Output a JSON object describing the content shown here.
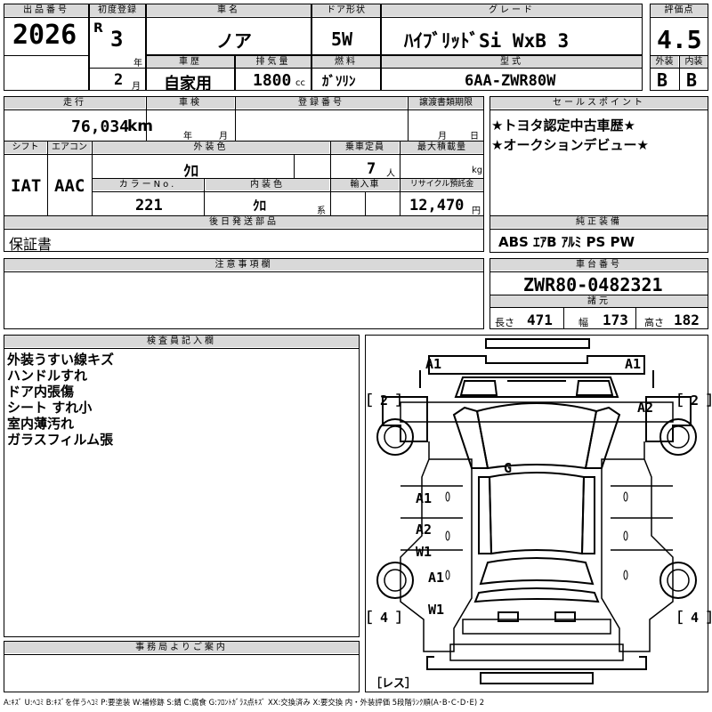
{
  "headers": {
    "lot_no": "出品番号",
    "first_reg": "初度登録",
    "car_name": "車名",
    "door": "ドア形状",
    "grade": "グレード",
    "score": "評価点",
    "history": "車歴",
    "displacement": "排気量",
    "fuel": "燃料",
    "model_code": "型式",
    "ext": "外装",
    "int": "内装",
    "mileage": "走行",
    "inspection": "車検",
    "registration": "登録番号",
    "transfer_deadline": "譲渡書類期限",
    "sales_point": "セールスポイント",
    "shift": "シフト",
    "aircon": "エアコン",
    "ext_color": "外装色",
    "capacity": "乗車定員",
    "max_load": "最大積載量",
    "color_no": "カラーNo.",
    "int_color": "内装色",
    "import": "輸入車",
    "recycle": "リサイクル預託金",
    "later_parts": "後日発送部品",
    "equipment": "純正装備",
    "caution": "注意事項欄",
    "chassis_no": "車台番号",
    "dimensions": "諸元",
    "inspector": "検査員記入欄",
    "office": "事務局よりご案内"
  },
  "values": {
    "lot_no": "2026",
    "era": "R",
    "year": "3",
    "year_unit": "年",
    "month": "2",
    "month_unit": "月",
    "car_name": "ノア",
    "door": "5W",
    "grade": "ﾊｲﾌﾞﾘｯﾄﾞSi WxB 3",
    "score": "4.5",
    "history": "自家用",
    "displacement": "1800",
    "displacement_unit": "cc",
    "fuel": "ｶﾞｿﾘﾝ",
    "model_code": "6AA-ZWR80W",
    "ext_grade": "B",
    "int_grade": "B",
    "mileage": "76,034",
    "mileage_unit": "km",
    "insp_year_unit": "年",
    "insp_month_unit": "月",
    "transfer_month_unit": "月",
    "transfer_day_unit": "日",
    "shift": "IAT",
    "aircon": "AAC",
    "ext_color": "ｸﾛ",
    "capacity": "7",
    "capacity_unit": "人",
    "max_load_unit": "kg",
    "color_no": "221",
    "int_color": "ｸﾛ",
    "int_color_unit": "系",
    "recycle": "12,470",
    "recycle_unit": "円",
    "later_parts": "保証書",
    "equipment": "ABS ｴｱB ｱﾙﾐ PS PW",
    "chassis_no": "ZWR80-0482321",
    "length_label": "長さ",
    "length": "471",
    "width_label": "幅",
    "width": "173",
    "height_label": "高さ",
    "height": "182"
  },
  "sales_points": [
    "★トヨタ認定中古車歴★",
    "★オークションデビュー★"
  ],
  "inspector_notes": [
    "外装うすい線キズ",
    "ハンドルすれ",
    "ドア内張傷",
    "シート すれ小",
    "室内薄汚れ",
    "ガラスフィルム張"
  ],
  "diagram": {
    "front_left": "A1",
    "front_right": "A1",
    "fender_right": "A2",
    "roof": "G",
    "left_front_door": "A1",
    "left_rear_door_1": "A2",
    "left_rear_door_2": "W1",
    "rear_left_1": "A1",
    "rear_left_2": "W1",
    "tire_fl": "［ 2 ］",
    "tire_fr": "［ 2 ］",
    "tire_rl": "［ 4 ］",
    "tire_rr": "［ 4 ］",
    "spare": "［レス］"
  },
  "legend": "A:ｷｽﾞ U:ﾍｺﾐ B:ｷｽﾞを伴うﾍｺﾐ P:要塗装 W:補修跡 S:錆 C:腐食 G:ﾌﾛﾝﾄｶﾞﾗｽ点ｷｽﾞ XX:交換済み X:要交換 内・外装評価 5段階ﾗﾝｸ順(A･B･C･D･E) 2"
}
